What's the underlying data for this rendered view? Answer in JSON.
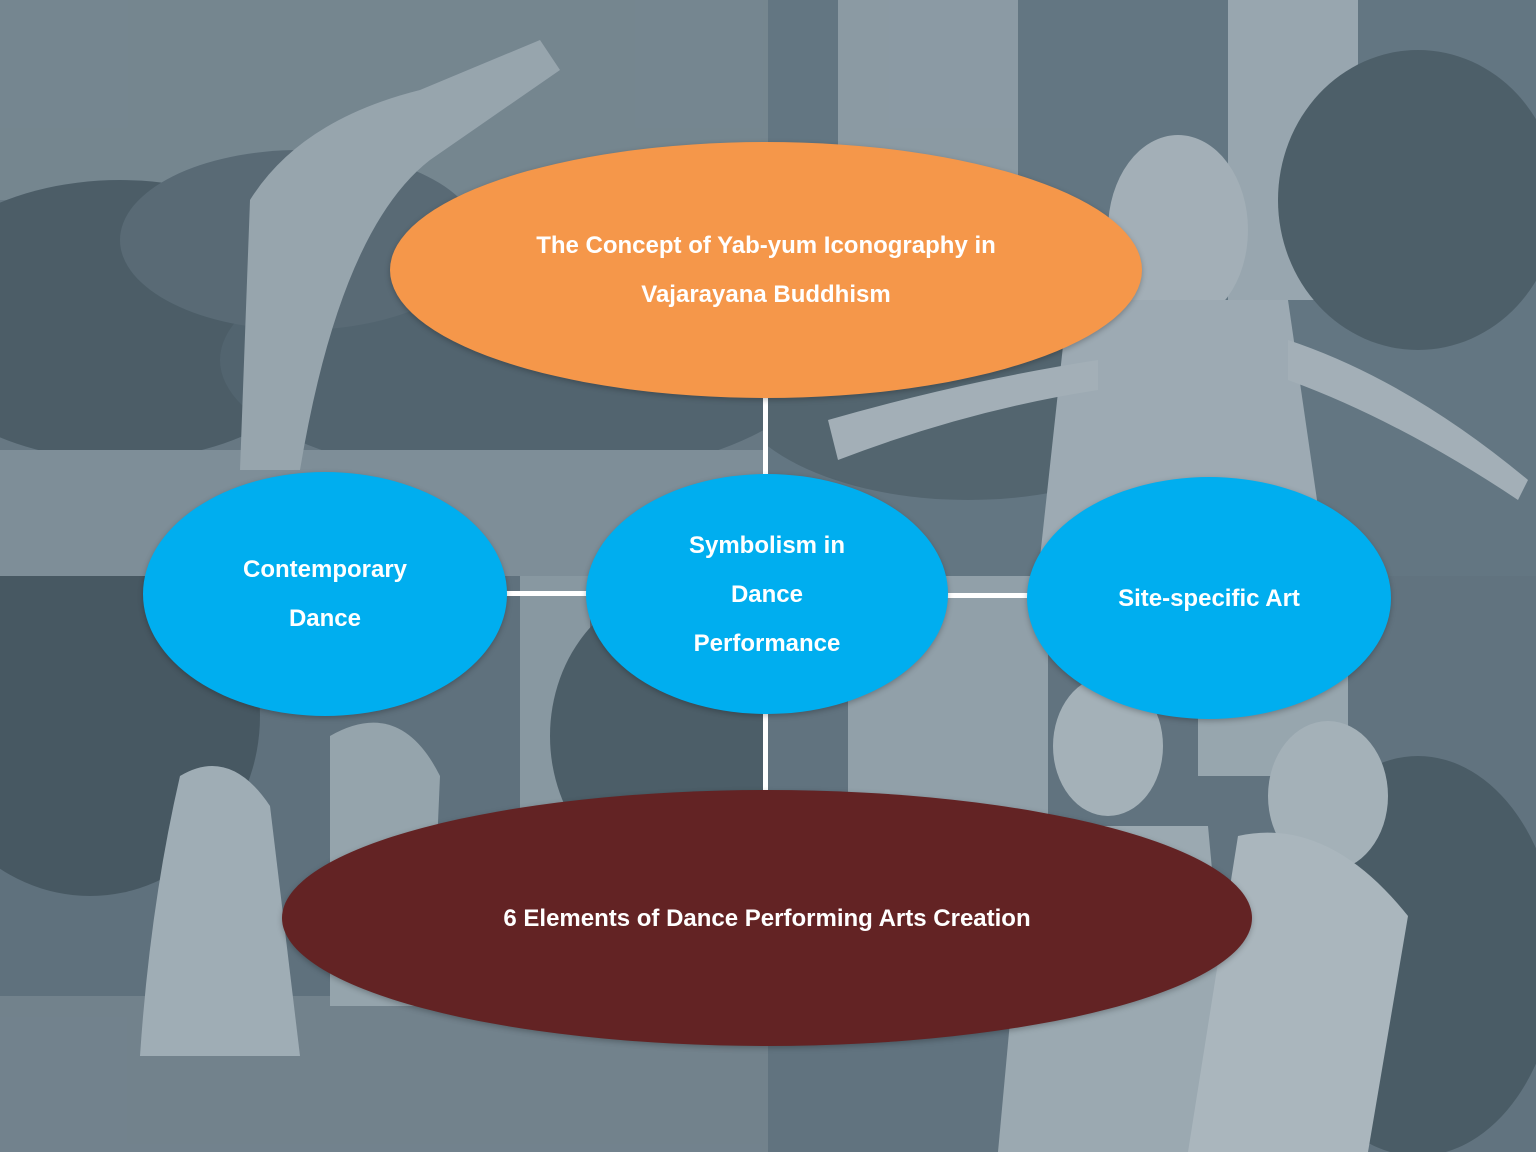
{
  "colors": {
    "top_node": "#f5974a",
    "side_nodes": "#00aeef",
    "center_node": "#00aeef",
    "bottom_node": "#632324",
    "connector": "#ffffff",
    "photo_tint": "#5f6f78"
  },
  "background": {
    "panels": [
      {
        "name": "dancer-hand-garden-photo"
      },
      {
        "name": "dancer-portrait-photo"
      },
      {
        "name": "kneeling-dancers-photo"
      },
      {
        "name": "duet-dancers-photo"
      }
    ]
  },
  "diagram": {
    "top": {
      "line1": "The Concept of Yab-yum Iconography in",
      "line2": "Vajarayana Buddhism"
    },
    "center": {
      "line1": "Symbolism in",
      "line2": "Dance Performance"
    },
    "left": {
      "line1": "Contemporary",
      "line2": "Dance"
    },
    "right": {
      "line1": "Site-specific Art"
    },
    "bottom": {
      "line1": "6 Elements of Dance Performing Arts Creation"
    }
  }
}
